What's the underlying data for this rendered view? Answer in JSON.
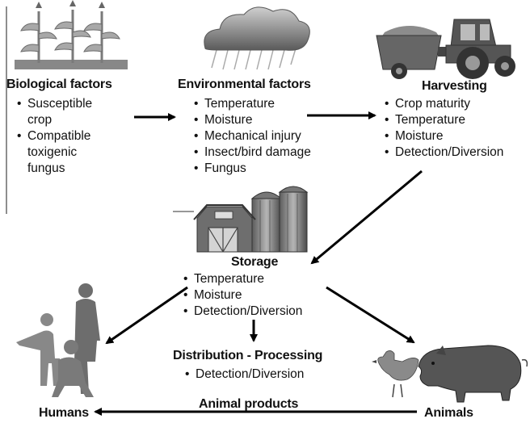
{
  "biological": {
    "title": "Biological factors",
    "items": [
      "Susceptible\ncrop",
      "Compatible\ntoxigenic\nfungus"
    ]
  },
  "environmental": {
    "title": "Environmental factors",
    "items": [
      "Temperature",
      "Moisture",
      "Mechanical injury",
      "Insect/bird damage",
      "Fungus"
    ]
  },
  "harvesting": {
    "title": "Harvesting",
    "items": [
      "Crop maturity",
      "Temperature",
      "Moisture",
      "Detection/Diversion"
    ]
  },
  "storage": {
    "title": "Storage",
    "items": [
      "Temperature",
      "Moisture",
      "Detection/Diversion"
    ]
  },
  "distribution": {
    "title": "Distribution - Processing",
    "items": [
      "Detection/Diversion"
    ]
  },
  "humans": {
    "label": "Humans"
  },
  "animals": {
    "label": "Animals"
  },
  "animal_products": {
    "label": "Animal products"
  },
  "icons": [
    "corn-plants-icon",
    "storm-cloud-icon",
    "tractor-icon",
    "barn-silo-icon",
    "people-icon",
    "chicken-icon",
    "pig-icon"
  ]
}
